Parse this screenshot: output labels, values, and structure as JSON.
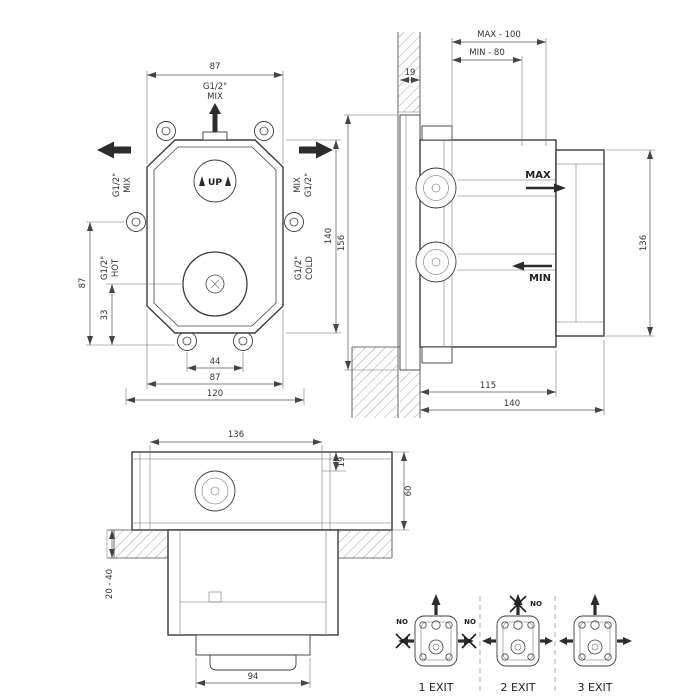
{
  "drawing": {
    "front_view": {
      "dim_width_top": "87",
      "top_port_size": "G1/2\"",
      "top_port_label": "MIX",
      "left_port_size": "G1/2\"",
      "left_port_label": "MIX",
      "right_port_size": "G1/2\"",
      "right_port_label": "MIX",
      "hot_port_size": "G1/2\"",
      "hot_port_label": "HOT",
      "cold_port_size": "G1/2\"",
      "cold_port_label": "COLD",
      "up_label": "UP",
      "dim_side_height": "87",
      "dim_offset": "33",
      "dim_height": "140",
      "dim_inlets": "44",
      "dim_width_bottom": "87",
      "dim_total_width": "120"
    },
    "side_view": {
      "dim_max_depth": "MAX - 100",
      "dim_min_depth": "MIN - 80",
      "dim_flange": "19",
      "dim_plate_height": "156",
      "dim_front_height": "136",
      "max_label": "MAX",
      "min_label": "MIN",
      "dim_body_depth": "115",
      "dim_total_depth": "140"
    },
    "plan_view": {
      "dim_width": "136",
      "dim_step": "19",
      "dim_depth": "60",
      "dim_plaster": "20 - 40",
      "dim_front_width": "94"
    },
    "exit_options": [
      {
        "label": "1 EXIT",
        "no_left": "NO",
        "no_right": "NO"
      },
      {
        "label": "2 EXIT",
        "no_top": "NO"
      },
      {
        "label": "3 EXIT"
      }
    ]
  }
}
